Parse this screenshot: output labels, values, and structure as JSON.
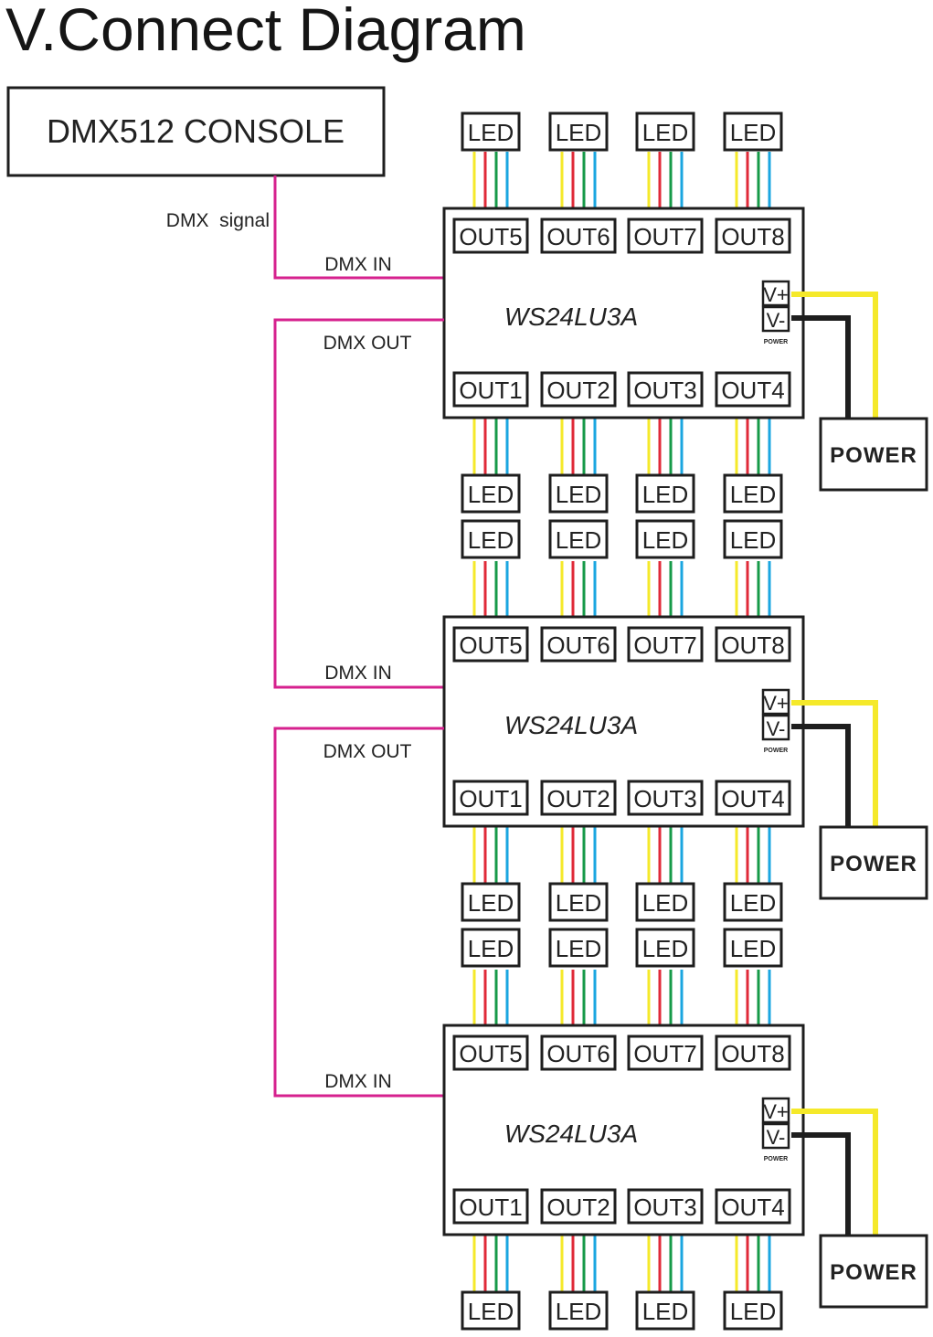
{
  "title": "V.Connect Diagram",
  "console": {
    "label": "DMX512 CONSOLE"
  },
  "signal_label": "DMX  signal",
  "wire_colors": {
    "dmx": "#d6218e",
    "channels": [
      "#f5e92a",
      "#e02a38",
      "#169a48",
      "#1aa6e0"
    ],
    "power_positive": "#f5e92a",
    "power_negative": "#1e1e1e"
  },
  "units": [
    {
      "model": "WS24LU3A",
      "dmx_in_label": "DMX IN",
      "dmx_out_label": "DMX OUT",
      "top_outputs": [
        "OUT5",
        "OUT6",
        "OUT7",
        "OUT8"
      ],
      "bottom_outputs": [
        "OUT1",
        "OUT2",
        "OUT3",
        "OUT4"
      ],
      "power_terminals": [
        "V+",
        "V-"
      ],
      "power_terminal_caption": "POWER",
      "power_supply_label": "POWER",
      "led_label": "LED"
    },
    {
      "model": "WS24LU3A",
      "dmx_in_label": "DMX IN",
      "dmx_out_label": "DMX OUT",
      "top_outputs": [
        "OUT5",
        "OUT6",
        "OUT7",
        "OUT8"
      ],
      "bottom_outputs": [
        "OUT1",
        "OUT2",
        "OUT3",
        "OUT4"
      ],
      "power_terminals": [
        "V+",
        "V-"
      ],
      "power_terminal_caption": "POWER",
      "power_supply_label": "POWER",
      "led_label": "LED"
    },
    {
      "model": "WS24LU3A",
      "dmx_in_label": "DMX IN",
      "dmx_out_label": "",
      "top_outputs": [
        "OUT5",
        "OUT6",
        "OUT7",
        "OUT8"
      ],
      "bottom_outputs": [
        "OUT1",
        "OUT2",
        "OUT3",
        "OUT4"
      ],
      "power_terminals": [
        "V+",
        "V-"
      ],
      "power_terminal_caption": "POWER",
      "power_supply_label": "POWER",
      "led_label": "LED"
    }
  ]
}
